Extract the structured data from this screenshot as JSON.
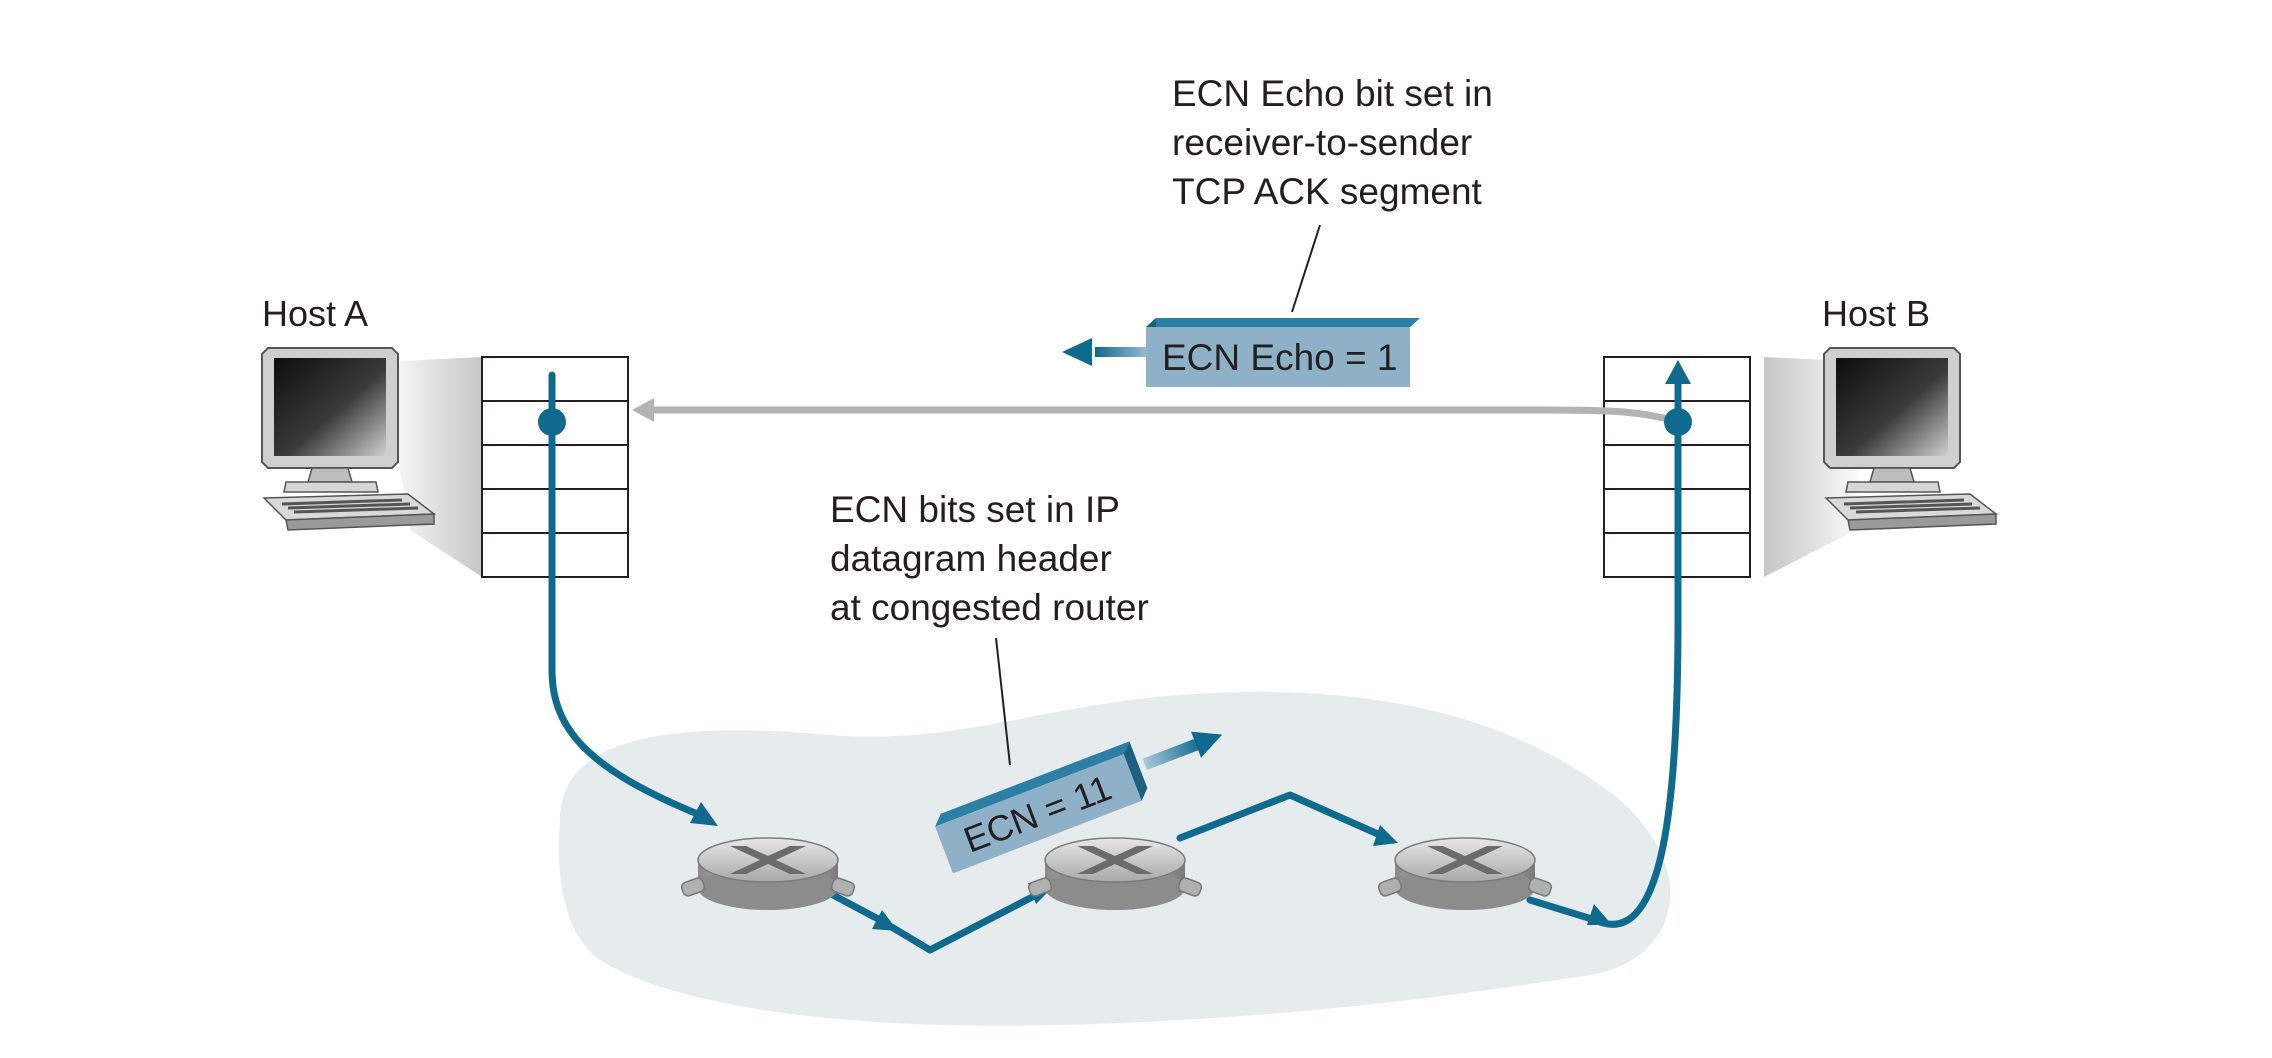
{
  "hosts": {
    "a": {
      "label": "Host A"
    },
    "b": {
      "label": "Host B"
    }
  },
  "annotations": {
    "echo_caption": [
      "ECN Echo bit set in",
      "receiver-to-sender",
      "TCP ACK segment"
    ],
    "ip_caption": [
      "ECN bits set in IP",
      "datagram header",
      "at congested router"
    ]
  },
  "packets": {
    "echo_label": "ECN Echo = 1",
    "ecn_label": "ECN = 11"
  },
  "colors": {
    "flow": "#0f6a8e",
    "ack_flow": "#b3b3b3",
    "packet_fill": "#8fb1c8",
    "packet_side": "#2b7fa4",
    "cloud": "#e6ebee"
  }
}
